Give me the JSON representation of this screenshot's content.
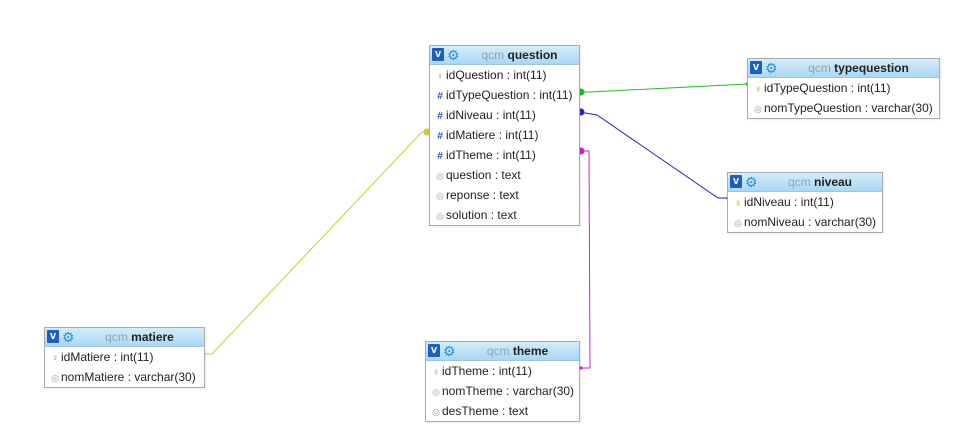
{
  "tables": {
    "question": {
      "db": "qcm",
      "name": "question",
      "columns": [
        {
          "text": "idQuestion : int(11)",
          "icon": "key-icon"
        },
        {
          "text": "idTypeQuestion : int(11)",
          "icon": "foreign-key-icon"
        },
        {
          "text": "idNiveau : int(11)",
          "icon": "foreign-key-icon"
        },
        {
          "text": "idMatiere : int(11)",
          "icon": "foreign-key-icon"
        },
        {
          "text": "idTheme : int(11)",
          "icon": "foreign-key-icon"
        },
        {
          "text": "question : text",
          "icon": "column-icon"
        },
        {
          "text": "reponse : text",
          "icon": "column-icon"
        },
        {
          "text": "solution : text",
          "icon": "column-icon"
        }
      ]
    },
    "typequestion": {
      "db": "qcm",
      "name": "typequestion",
      "columns": [
        {
          "text": "idTypeQuestion : int(11)",
          "icon": "key-icon"
        },
        {
          "text": "nomTypeQuestion : varchar(30)",
          "icon": "column-icon"
        }
      ]
    },
    "niveau": {
      "db": "qcm",
      "name": "niveau",
      "columns": [
        {
          "text": "idNiveau : int(11)",
          "icon": "key-icon"
        },
        {
          "text": "nomNiveau : varchar(30)",
          "icon": "column-icon"
        }
      ]
    },
    "matiere": {
      "db": "qcm",
      "name": "matiere",
      "columns": [
        {
          "text": "idMatiere : int(11)",
          "icon": "key-icon"
        },
        {
          "text": "nomMatiere : varchar(30)",
          "icon": "column-icon"
        }
      ]
    },
    "theme": {
      "db": "qcm",
      "name": "theme",
      "columns": [
        {
          "text": "idTheme : int(11)",
          "icon": "key-icon"
        },
        {
          "text": "nomTheme : varchar(30)",
          "icon": "column-icon"
        },
        {
          "text": "desTheme : text",
          "icon": "column-icon"
        }
      ]
    }
  },
  "relations": [
    {
      "from": "question.idTypeQuestion",
      "to": "typequestion.idTypeQuestion",
      "color": "#22bb22"
    },
    {
      "from": "question.idNiveau",
      "to": "niveau.idNiveau",
      "color": "#2222bb"
    },
    {
      "from": "question.idMatiere",
      "to": "matiere.idMatiere",
      "color": "#cccc33"
    },
    {
      "from": "question.idTheme",
      "to": "theme.idTheme",
      "color": "#cc22cc"
    }
  ],
  "icons": {
    "collapse": "collapse-toggle-icon",
    "options": "gear-icon"
  }
}
